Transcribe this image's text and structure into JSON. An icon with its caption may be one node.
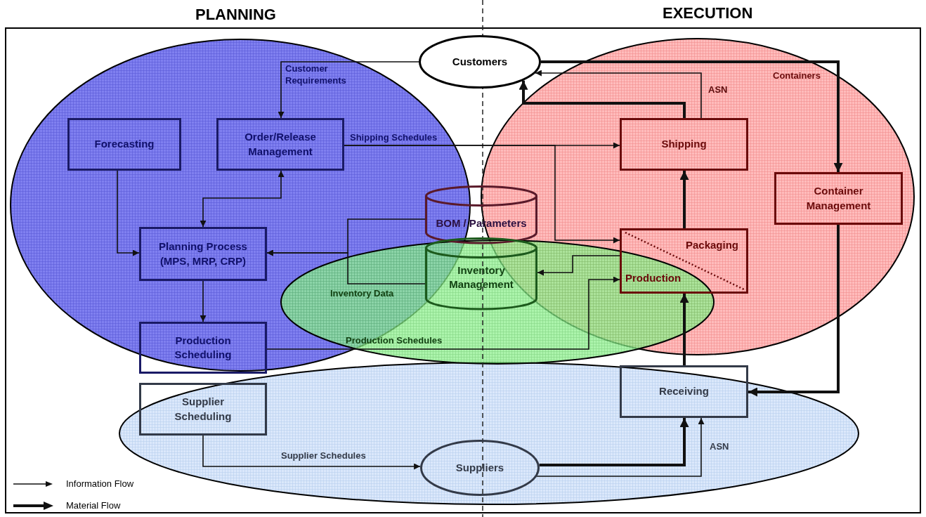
{
  "diagram": {
    "nodes": [
      {
        "text": [
          "Customers"
        ]
      },
      {
        "text": [
          "Forecasting"
        ]
      },
      {
        "text": [
          "Order/Release Management"
        ]
      },
      {
        "text": [
          "Planning Process (MPS, MRP, CRP)"
        ]
      },
      {
        "text": [
          "Production Scheduling"
        ]
      },
      {
        "text": [
          "Supplier Scheduling"
        ]
      },
      {
        "text": [
          "BOM / Parameters"
        ]
      },
      {
        "text": [
          "Inventory Management"
        ]
      },
      {
        "text": [
          "Shipping"
        ]
      },
      {
        "text": [
          "Container Management"
        ]
      },
      {
        "text": [
          "Packaging",
          "Production"
        ]
      },
      {
        "text": [
          "Receiving"
        ]
      },
      {
        "text": [
          "Suppliers"
        ]
      }
    ],
    "edges": [
      {
        "from": 0,
        "to": 2,
        "arrow": "to",
        "label": "Customer Requirements"
      },
      {
        "from": 2,
        "to": 8,
        "arrow": "to",
        "label": "Shipping Schedules"
      },
      {
        "from": 2,
        "to": 10,
        "arrow": "to"
      },
      {
        "from": 2,
        "to": 3,
        "arrow": "both"
      },
      {
        "from": 1,
        "to": 3,
        "arrow": "to"
      },
      {
        "from": 6,
        "to": 3,
        "arrow": "to"
      },
      {
        "from": 7,
        "to": 3,
        "arrow": "to",
        "label": "Inventory Data"
      },
      {
        "from": 3,
        "to": 4,
        "arrow": "to"
      },
      {
        "from": 4,
        "to": 10,
        "arrow": "to",
        "label": "Production Schedules"
      },
      {
        "from": 10,
        "to": 7,
        "arrow": "to"
      },
      {
        "from": 10,
        "to": 8,
        "arrow": "to",
        "style": "thick"
      },
      {
        "from": 8,
        "to": 0,
        "arrow": "to",
        "style": "thick"
      },
      {
        "from": 8,
        "to": 0,
        "arrow": "to",
        "label": "ASN"
      },
      {
        "from": 0,
        "to": 9,
        "arrow": "to",
        "style": "thick",
        "label": "Containers"
      },
      {
        "from": 9,
        "to": 11,
        "arrow": "to",
        "style": "thick"
      },
      {
        "from": 11,
        "to": 10,
        "arrow": "to",
        "style": "thick"
      },
      {
        "from": 5,
        "to": 12,
        "arrow": "to",
        "label": "Supplier Schedules"
      },
      {
        "from": 12,
        "to": 11,
        "arrow": "to",
        "style": "thick"
      },
      {
        "from": 12,
        "to": 11,
        "arrow": "to",
        "label": "ASN"
      }
    ],
    "labels": [
      "PLANNING",
      "EXECUTION"
    ],
    "legend": [
      {
        "text": "Information Flow"
      },
      {
        "text": "Material Flow"
      }
    ]
  }
}
